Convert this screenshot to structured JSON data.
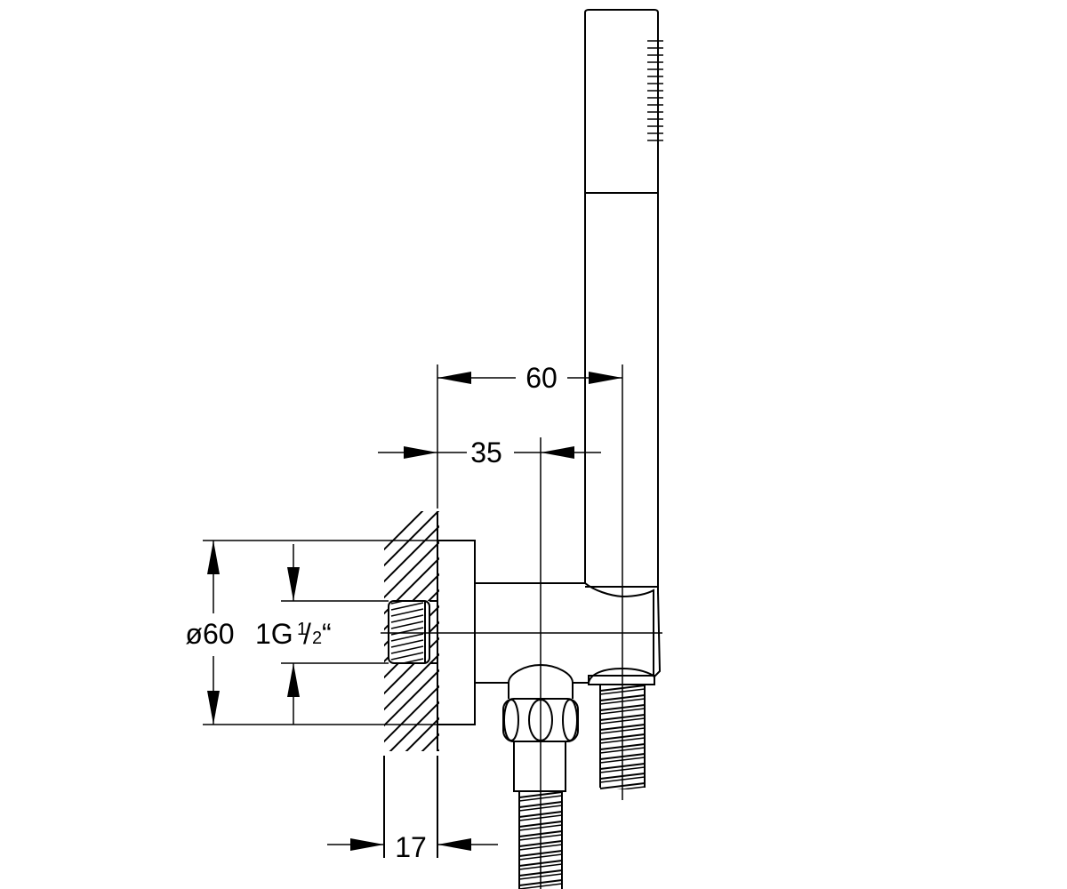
{
  "diagram": {
    "dimensions": {
      "top_width": "60",
      "outlet_offset": "35",
      "flange_diameter": "ø60",
      "thread_main": "1G",
      "thread_num": "1",
      "thread_slash": "/",
      "thread_den": "2",
      "thread_quote": "“",
      "wall_depth": "17"
    }
  }
}
